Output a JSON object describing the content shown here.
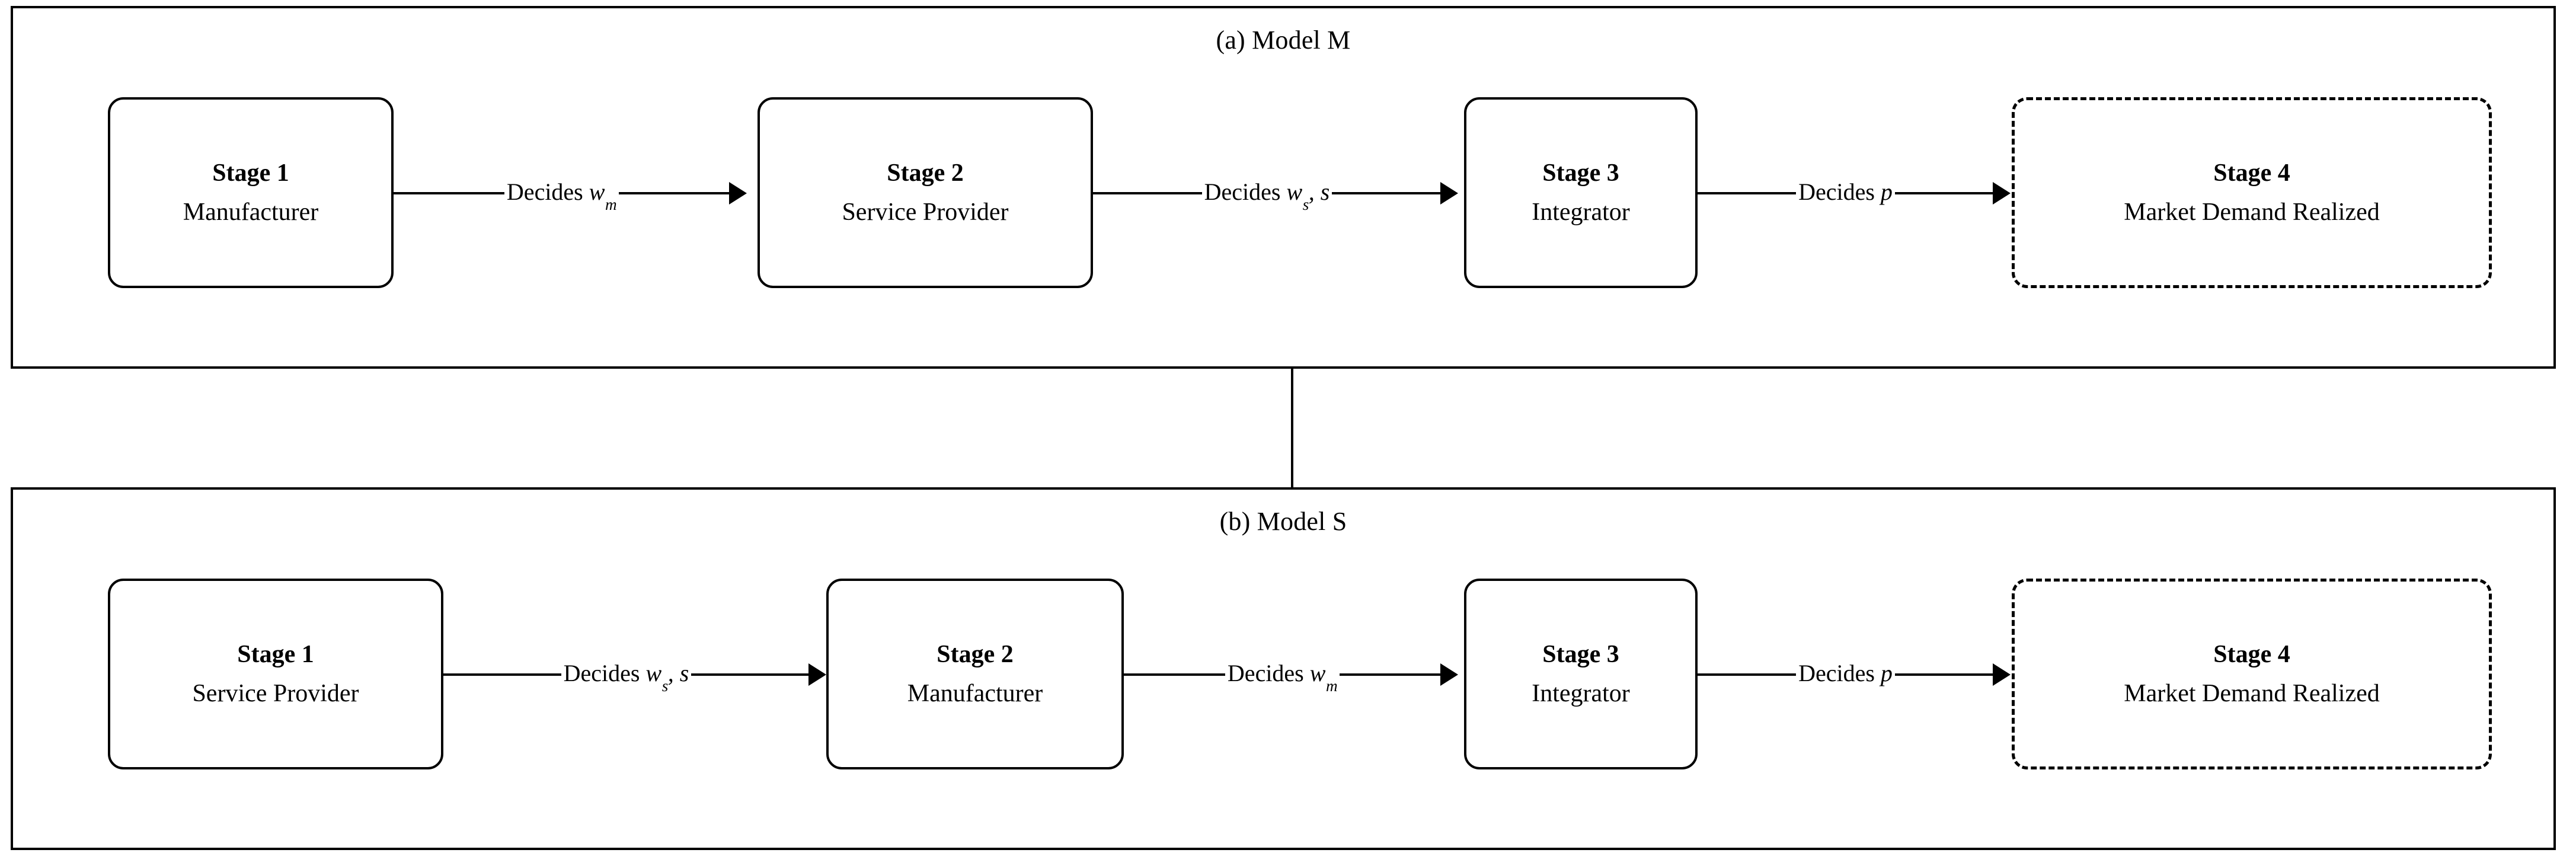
{
  "figure": {
    "panels": [
      {
        "id": "model-m",
        "caption": "(a) Model M",
        "stages": [
          {
            "title": "Stage 1",
            "role": "Manufacturer",
            "style": "solid"
          },
          {
            "title": "Stage 2",
            "role": "Service Provider",
            "style": "solid"
          },
          {
            "title": "Stage 3",
            "role": "Integrator",
            "style": "solid"
          },
          {
            "title": "Stage 4",
            "role": "Market Demand Realized",
            "style": "dashed"
          }
        ],
        "arrows": [
          {
            "prefix": "Decides ",
            "symbol": "w",
            "subscript": "m",
            "suffix": "",
            "plain": "Decides w_m"
          },
          {
            "prefix": "Decides ",
            "symbol": "w",
            "subscript": "s",
            "suffix": ", s",
            "plain": "Decides w_s, s"
          },
          {
            "prefix": "Decides ",
            "symbol": "p",
            "subscript": "",
            "suffix": "",
            "plain": "Decides p"
          }
        ]
      },
      {
        "id": "model-s",
        "caption": "(b) Model S",
        "stages": [
          {
            "title": "Stage 1",
            "role": "Service Provider",
            "style": "solid"
          },
          {
            "title": "Stage 2",
            "role": "Manufacturer",
            "style": "solid"
          },
          {
            "title": "Stage 3",
            "role": "Integrator",
            "style": "solid"
          },
          {
            "title": "Stage 4",
            "role": "Market Demand Realized",
            "style": "dashed"
          }
        ],
        "arrows": [
          {
            "prefix": "Decides ",
            "symbol": "w",
            "subscript": "s",
            "suffix": ", s",
            "plain": "Decides w_s, s"
          },
          {
            "prefix": "Decides ",
            "symbol": "w",
            "subscript": "m",
            "suffix": "",
            "plain": "Decides w_m"
          },
          {
            "prefix": "Decides ",
            "symbol": "p",
            "subscript": "",
            "suffix": "",
            "plain": "Decides p"
          }
        ]
      }
    ],
    "colors": {
      "line": "#000000",
      "background": "#ffffff",
      "text": "#000000"
    }
  }
}
